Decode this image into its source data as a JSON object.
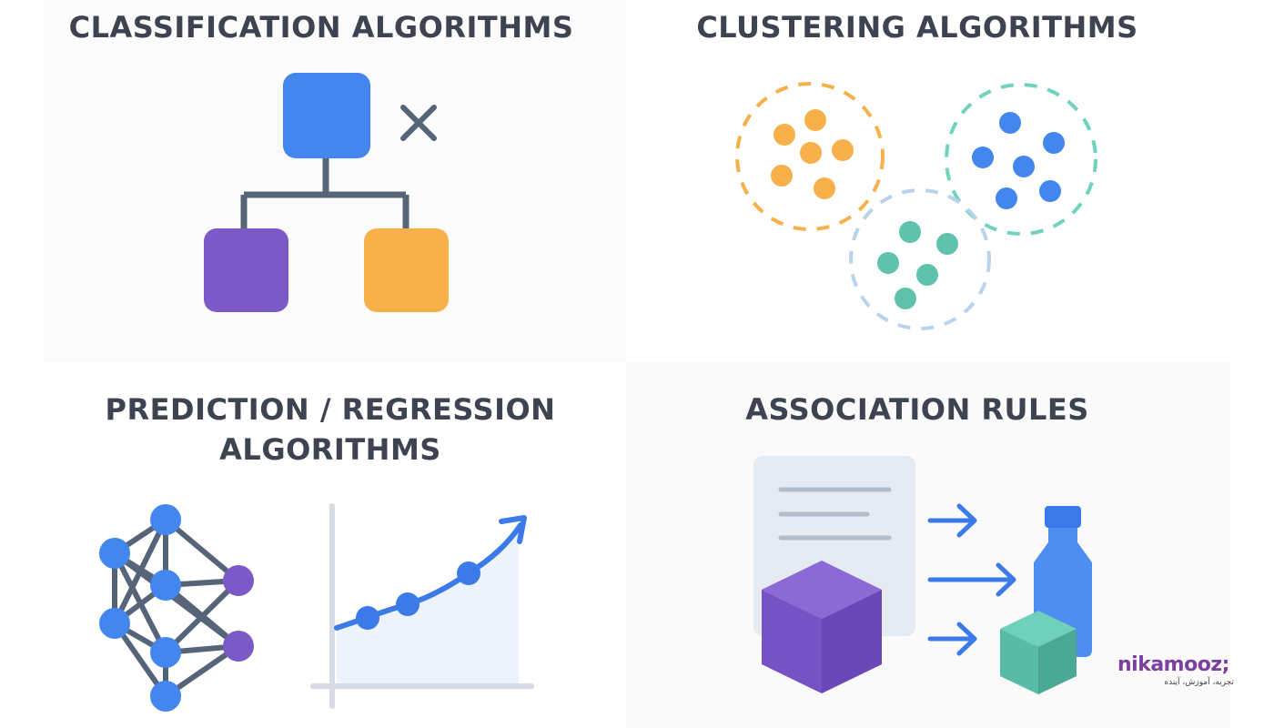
{
  "panels": {
    "classification": {
      "title": "CLASSIFICATION ALGORITHMS"
    },
    "clustering": {
      "title": "CLUSTERING ALGORITHMS"
    },
    "prediction": {
      "title_line1": "PREDICTION / REGRESSION",
      "title_line2": "ALGORITHMS"
    },
    "association": {
      "title": "ASSOCIATION RULES"
    }
  },
  "logo": {
    "name": "nikamooz;",
    "tagline": "تجربه، آموزش، آینده"
  },
  "colors": {
    "blue": "#4286ee",
    "purple": "#7b5ac7",
    "orange": "#f7b04a",
    "teal": "#5ec2ad",
    "slate": "#566478",
    "dark_text": "#3d4350"
  },
  "icons": {
    "classification": [
      "tree-diagram-icon",
      "close-icon"
    ],
    "clustering": [
      "orange-cluster-icon",
      "blue-cluster-icon",
      "teal-cluster-icon"
    ],
    "prediction": [
      "neural-network-icon",
      "trend-chart-icon"
    ],
    "association": [
      "receipt-icon",
      "cube-icon",
      "bottle-icon",
      "small-cube-icon",
      "arrow-icon"
    ]
  }
}
